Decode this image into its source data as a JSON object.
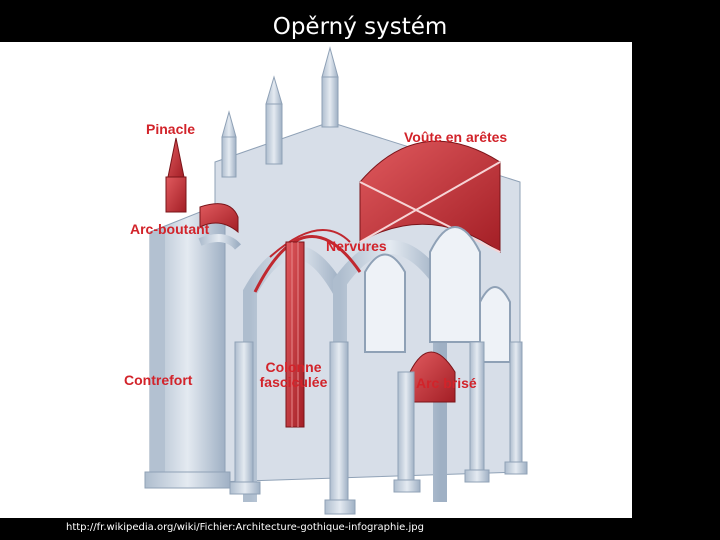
{
  "slide": {
    "title": "Opěrný systém",
    "source": "http://fr.wikipedia.org/wiki/Fichier:Architecture-gothique-infographie.jpg"
  },
  "diagram": {
    "labels": {
      "pinacle": "Pinacle",
      "voute": "Voûte en arêtes",
      "arc_boutant": "Arc-boutant",
      "nervures": "Nervures",
      "colonne": "Colonne\nfasciculée",
      "contrefort": "Contrefort",
      "arc_brise": "Arc brisé"
    },
    "colors": {
      "stone": "#c9d3df",
      "stone_dark": "#9fb0c4",
      "highlight": "#c0282f",
      "label": "#d2232a"
    }
  }
}
